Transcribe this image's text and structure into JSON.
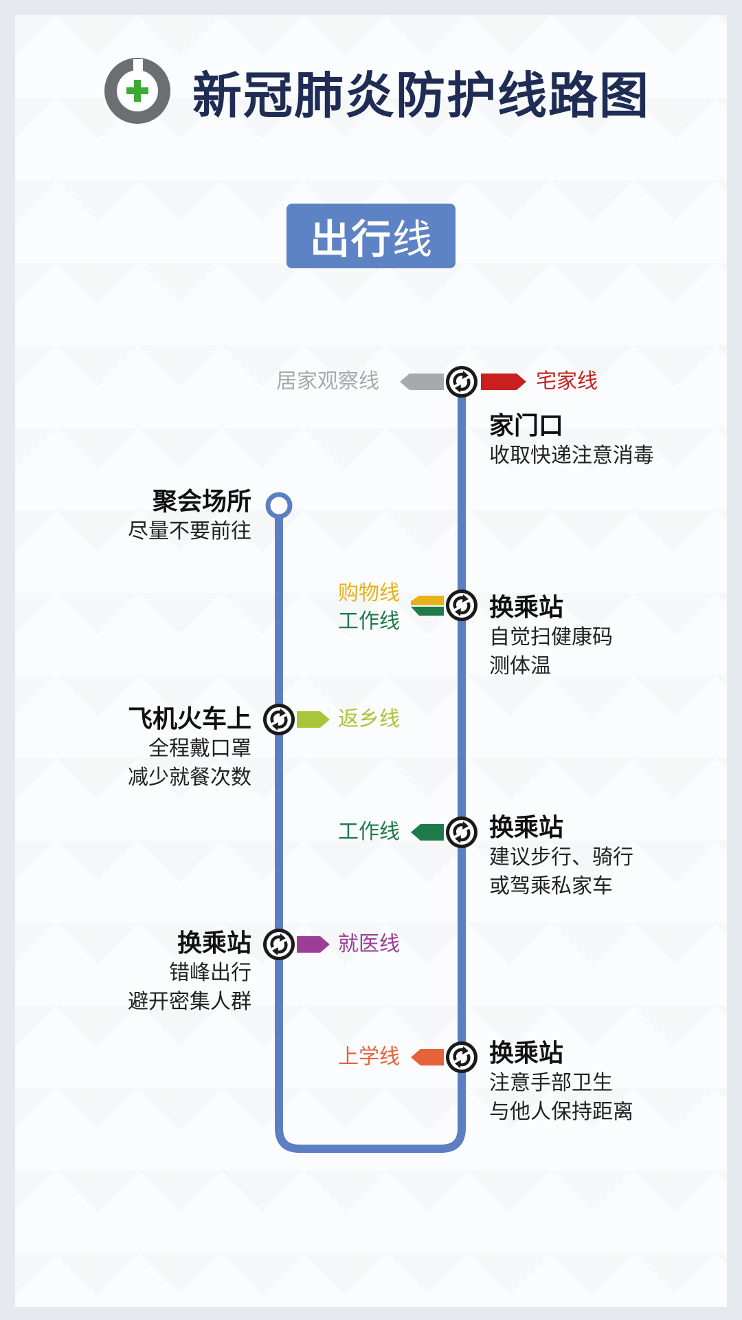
{
  "header": {
    "title_part1": "新冠肺炎",
    "title_part2": "防护线路图",
    "logo_icon": "plus-in-ring-icon"
  },
  "badge": {
    "part1": "出行",
    "part2": "线"
  },
  "colors": {
    "line": "#5b7fc2",
    "gray": "#a7a9ac",
    "red": "#c8201f",
    "yellow": "#e6b21b",
    "green": "#1e7a4a",
    "lime": "#a9c53a",
    "purple": "#9c3e98",
    "orange": "#e5633a"
  },
  "branches": {
    "top_left": "居家观察线",
    "top_right": "宅家线",
    "shopping": "购物线",
    "work_1": "工作线",
    "hometown": "返乡线",
    "work_2": "工作线",
    "medical": "就医线",
    "school": "上学线"
  },
  "stations": {
    "doorway": {
      "title": "家门口",
      "desc": [
        "收取快递注意消毒"
      ]
    },
    "gathering": {
      "title": "聚会场所",
      "desc": [
        "尽量不要前往"
      ]
    },
    "transfer_1": {
      "title": "换乘站",
      "desc": [
        "自觉扫健康码",
        "测体温"
      ]
    },
    "plane_train": {
      "title": "飞机火车上",
      "desc": [
        "全程戴口罩",
        "减少就餐次数"
      ]
    },
    "transfer_2": {
      "title": "换乘站",
      "desc": [
        "建议步行、骑行",
        "或驾乘私家车"
      ]
    },
    "transfer_3": {
      "title": "换乘站",
      "desc": [
        "错峰出行",
        "避开密集人群"
      ]
    },
    "transfer_4": {
      "title": "换乘站",
      "desc": [
        "注意手部卫生",
        "与他人保持距离"
      ]
    }
  }
}
